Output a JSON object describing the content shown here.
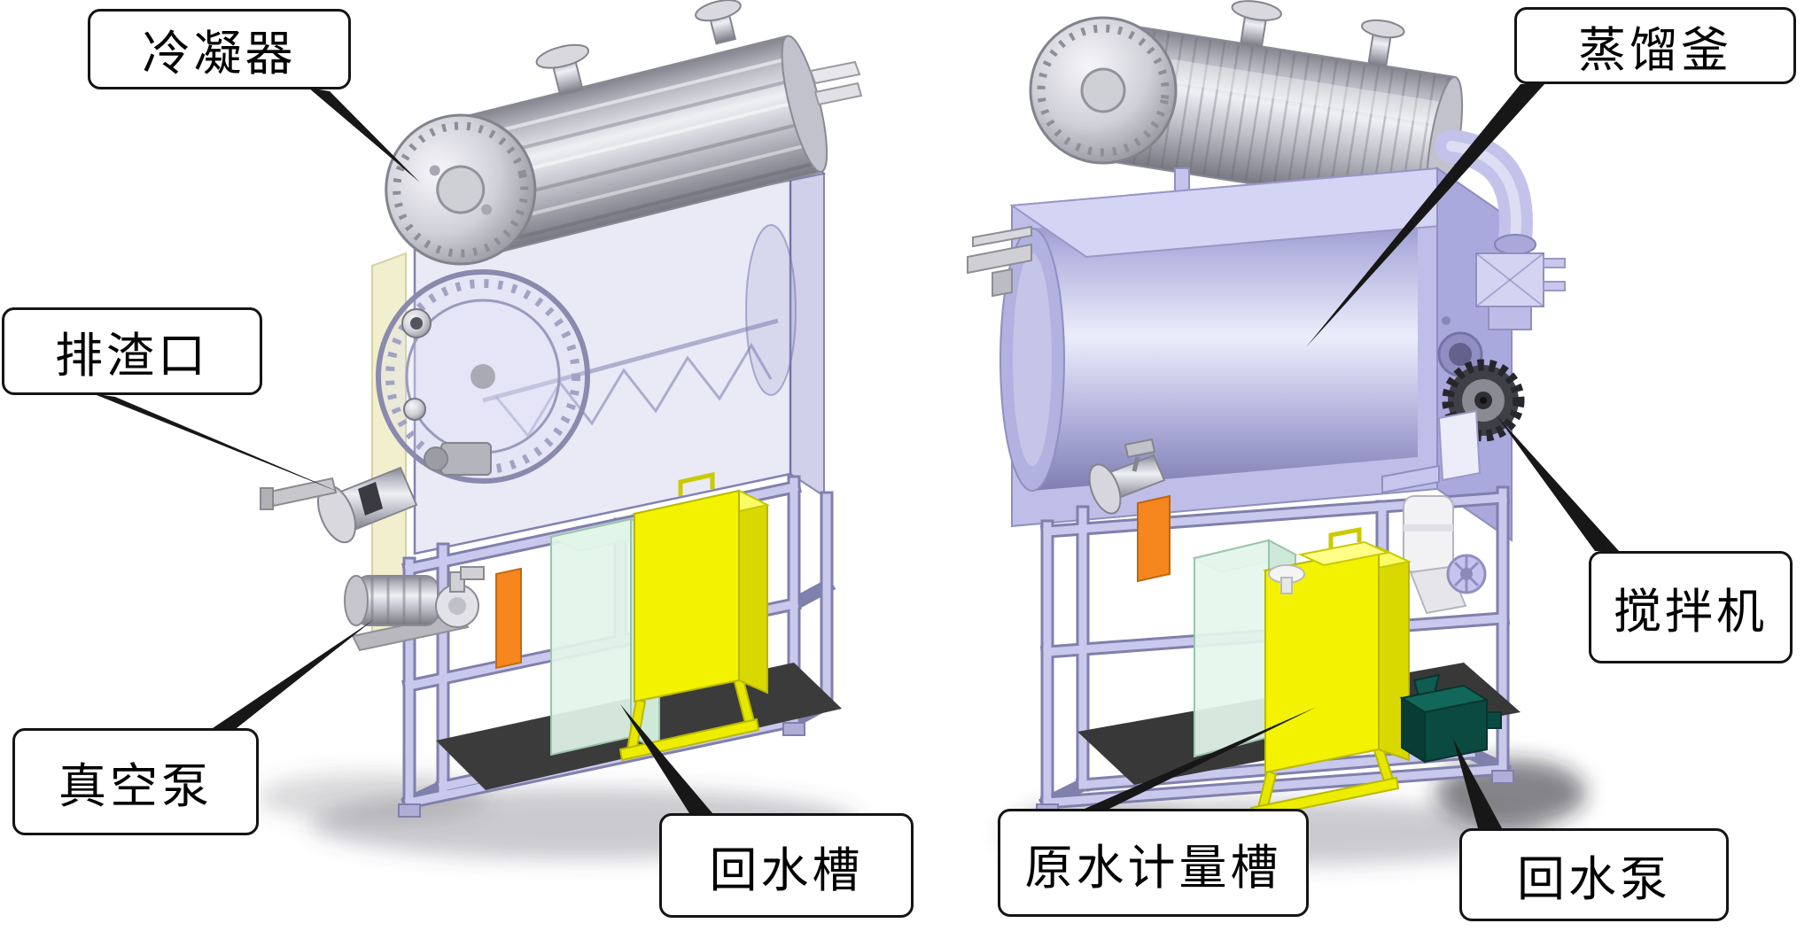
{
  "diagram": {
    "background": "#ffffff",
    "labels": {
      "condenser": "冷凝器",
      "slag_discharge_port": "排渣口",
      "vacuum_pump": "真空泵",
      "return_water_tank": "回水槽",
      "distillation_still": "蒸馏釜",
      "agitator": "搅拌机",
      "raw_water_metering_tank": "原水计量槽",
      "return_water_pump": "回水泵"
    },
    "colors": {
      "label_background": "#ffffff",
      "label_border": "#141414",
      "leader_line": "#171717",
      "vessel_lavender": "#c6c6ec",
      "frame_lavender": "#c9c9ee",
      "condenser_silver": "#c8c8d2",
      "tank_yellow": "#f2f201",
      "tank_green": "#e2f5e9",
      "pump_dark_green": "#0a4a40",
      "accent_orange": "#f5871e",
      "floor_dark": "#3b3b3b"
    }
  }
}
